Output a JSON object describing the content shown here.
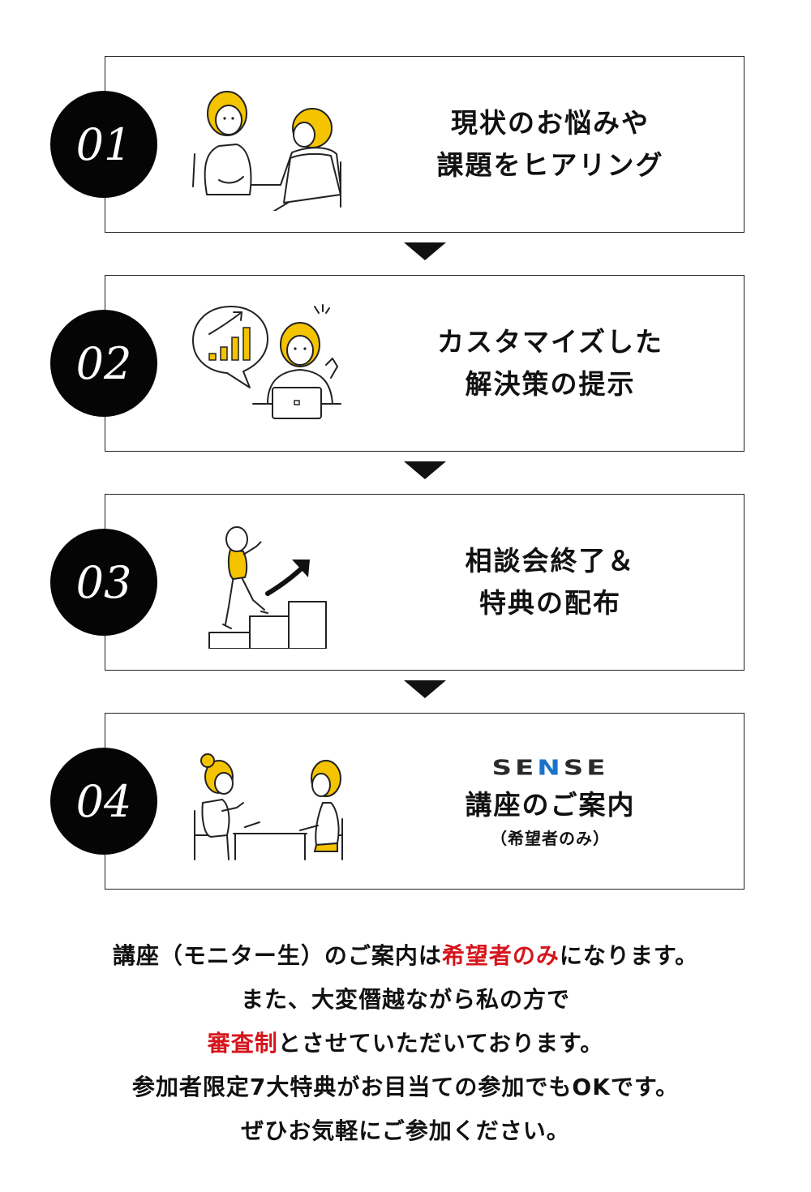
{
  "steps": [
    {
      "number": "01",
      "lines": [
        "現状のお悩みや",
        "課題をヒアリング"
      ]
    },
    {
      "number": "02",
      "lines": [
        "カスタマイズした",
        "解決策の提示"
      ]
    },
    {
      "number": "03",
      "lines": [
        "相談会終了＆",
        "特典の配布"
      ]
    },
    {
      "number": "04",
      "logo": {
        "part1": "SE",
        "part2": "N",
        "part3": "SE"
      },
      "lines": [
        "講座のご案内"
      ],
      "sub": "（希望者のみ）"
    }
  ],
  "note": {
    "line1": {
      "pre": "講座（モニター生）のご案内は",
      "highlight": "希望者のみ",
      "post": "になります。"
    },
    "line2": "また、大変僭越ながら私の方で",
    "line3": {
      "highlight": "審査制",
      "post": "とさせていただいております。"
    },
    "line4": "参加者限定7大特典がお目当ての参加でもOKです。",
    "line5": "ぜひお気軽にご参加ください。"
  },
  "colors": {
    "accent_yellow": "#f5c400",
    "highlight_red": "#d5151c",
    "logo_blue": "#1a73c9"
  }
}
